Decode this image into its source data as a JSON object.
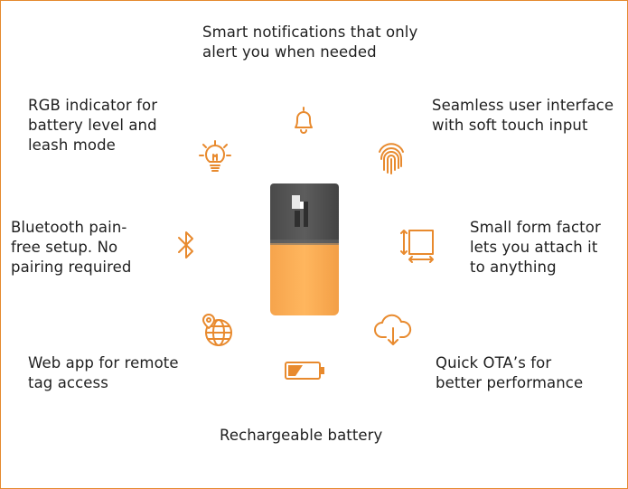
{
  "accent_color": "#e88a2e",
  "features": {
    "notifications": {
      "icon": "bell-icon",
      "lines": [
        "Smart notifications that only",
        "alert you when needed"
      ]
    },
    "rgb_indicator": {
      "icon": "lightbulb-icon",
      "lines": [
        "RGB indicator for",
        "battery level and",
        "leash mode"
      ]
    },
    "ui": {
      "icon": "fingerprint-icon",
      "lines": [
        "Seamless user interface",
        "with soft touch input"
      ]
    },
    "bluetooth": {
      "icon": "bluetooth-icon",
      "lines": [
        "Bluetooth pain-",
        "free setup. No",
        "pairing required"
      ]
    },
    "form_factor": {
      "icon": "resize-icon",
      "lines": [
        "Small form factor",
        "lets you attach it",
        "to anything"
      ]
    },
    "web_app": {
      "icon": "globe-location-icon",
      "lines": [
        "Web app for remote",
        "tag access"
      ]
    },
    "ota": {
      "icon": "cloud-download-icon",
      "lines": [
        "Quick OTA’s for",
        "better performance"
      ]
    },
    "battery": {
      "icon": "battery-icon",
      "lines": [
        "Rechargeable battery"
      ]
    }
  }
}
